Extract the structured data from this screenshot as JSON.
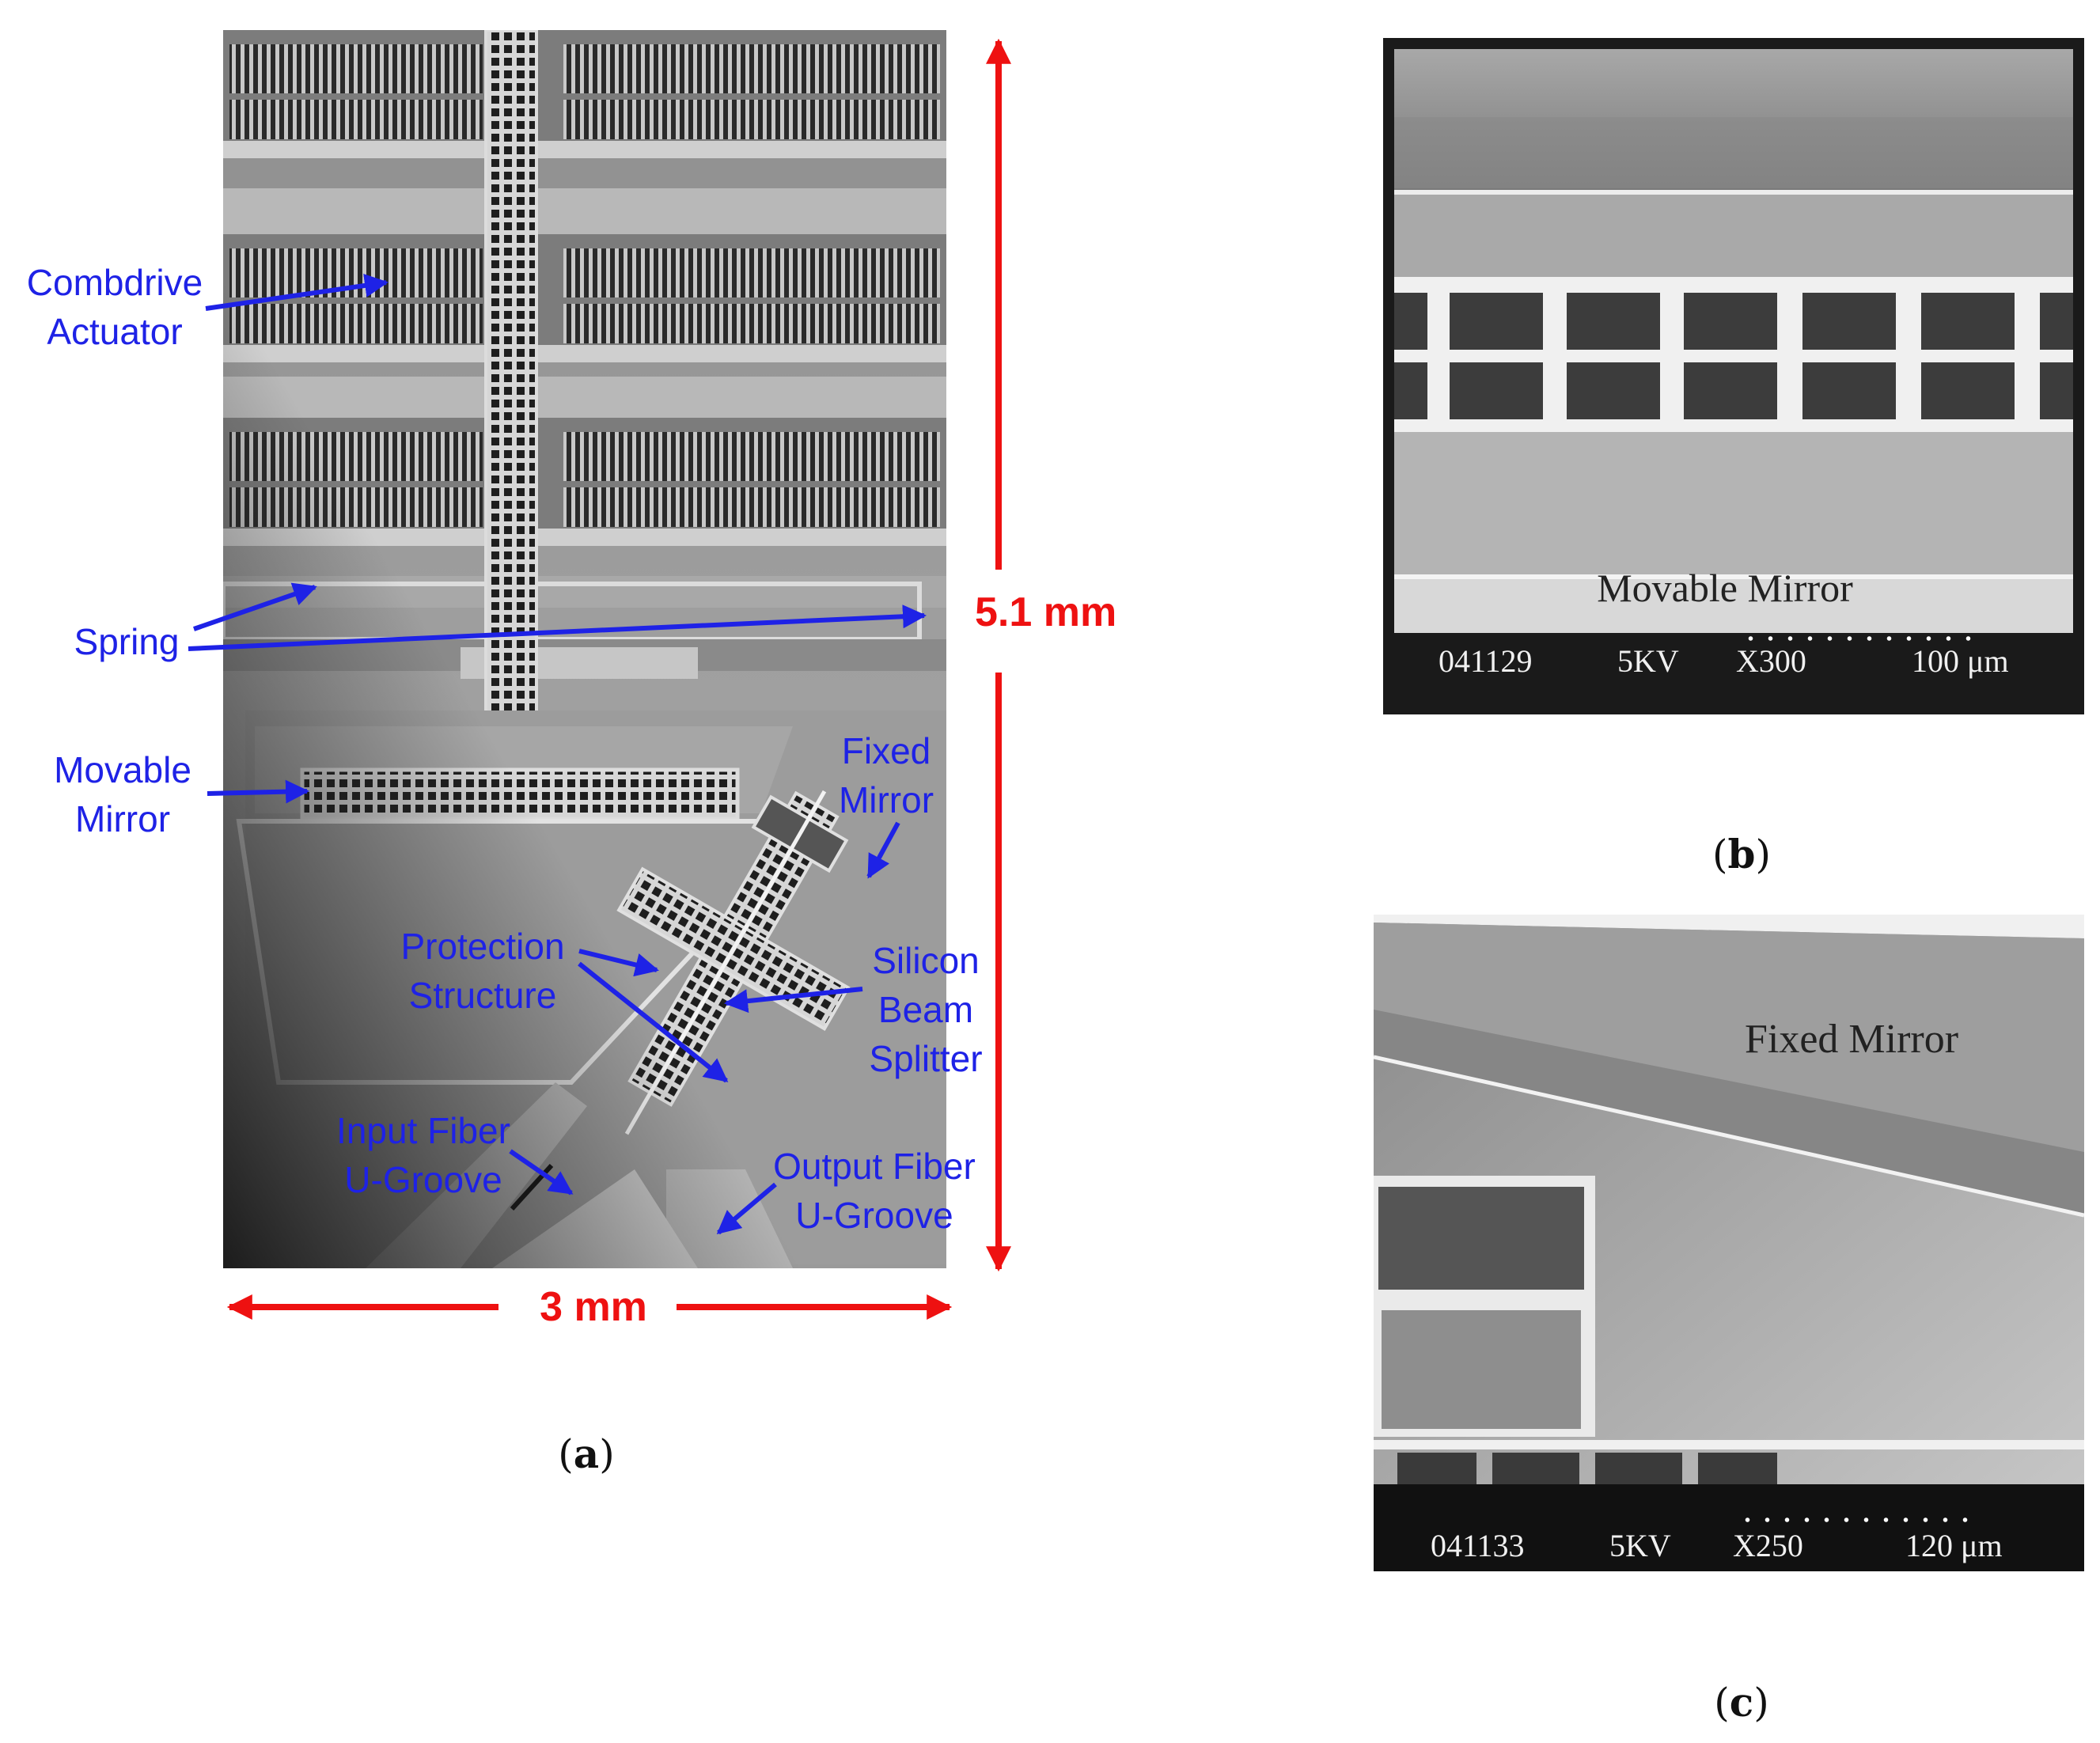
{
  "panel_a": {
    "caption": "a",
    "labels": {
      "combdrive_1": "Combdrive",
      "combdrive_2": "Actuator",
      "spring": "Spring",
      "movable_1": "Movable",
      "movable_2": "Mirror",
      "fixed_1": "Fixed",
      "fixed_2": "Mirror",
      "protection_1": "Protection",
      "protection_2": "Structure",
      "silicon_1": "Silicon",
      "silicon_2": "Beam",
      "silicon_3": "Splitter",
      "input_1": "Input Fiber",
      "input_2": "U-Groove",
      "output_1": "Output Fiber",
      "output_2": "U-Groove"
    },
    "dim_height": "5.1 mm",
    "dim_width": "3 mm"
  },
  "panel_b": {
    "caption": "b",
    "label": "Movable Mirror",
    "info": [
      "041129",
      "5KV",
      "X300",
      "100 μm"
    ]
  },
  "panel_c": {
    "caption": "c",
    "label": "Fixed Mirror",
    "info": [
      "041133",
      "5KV",
      "X250",
      "120 μm"
    ]
  },
  "colors": {
    "annotation": "#1e22e6",
    "dimension": "#ee1111"
  }
}
